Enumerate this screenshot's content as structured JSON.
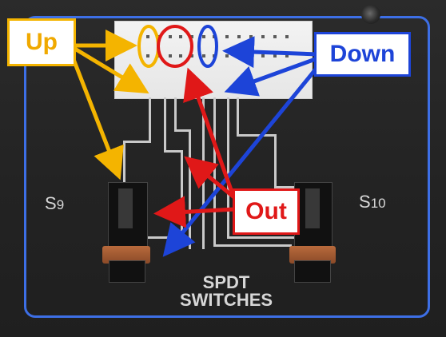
{
  "labels": {
    "up": "Up",
    "down": "Down",
    "out": "Out"
  },
  "board": {
    "s9_main": "S",
    "s9_sub": "9",
    "s10_main": "S",
    "s10_sub": "10",
    "title_line1": "SPDT",
    "title_line2": "SWITCHES"
  },
  "colors": {
    "up": "#f4b400",
    "down": "#1d44d8",
    "out": "#e01818",
    "border": "#3d6fe6"
  }
}
